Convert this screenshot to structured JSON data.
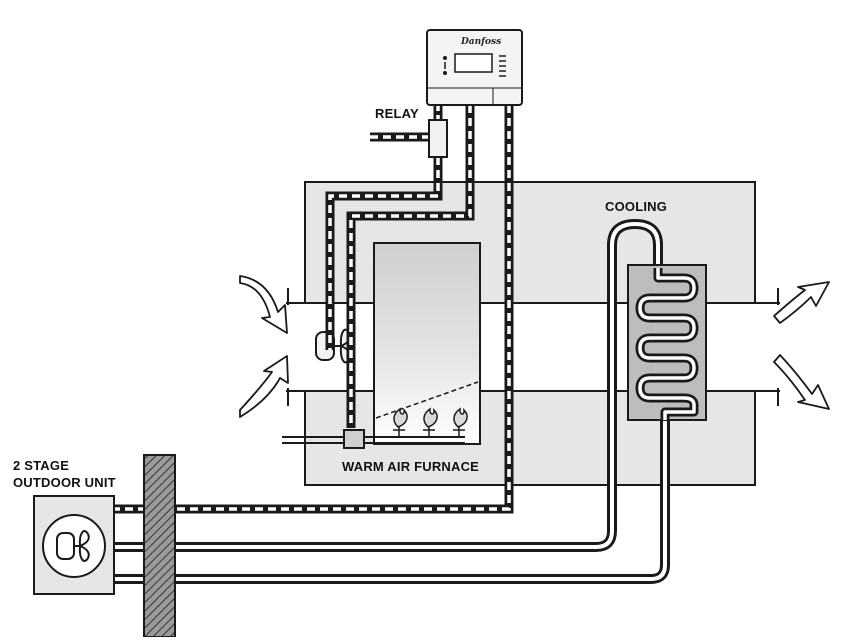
{
  "labels": {
    "relay": "RELAY",
    "cooling": "COOLING",
    "furnace": "WARM AIR FURNACE",
    "outdoor_line1": "2 STAGE",
    "outdoor_line2": "OUTDOOR UNIT"
  },
  "thermostat": {
    "brand": "Danfoss"
  },
  "colors": {
    "stroke": "#1a1a1a",
    "duct_fill": "#e6e6e6",
    "coil_fill": "#bdbdbd",
    "wall_fill": "#8a8a8a"
  },
  "icons": [
    "thermostat-icon",
    "relay-icon",
    "fan-icon",
    "flame-icon",
    "arrow-icon",
    "wall-icon"
  ]
}
